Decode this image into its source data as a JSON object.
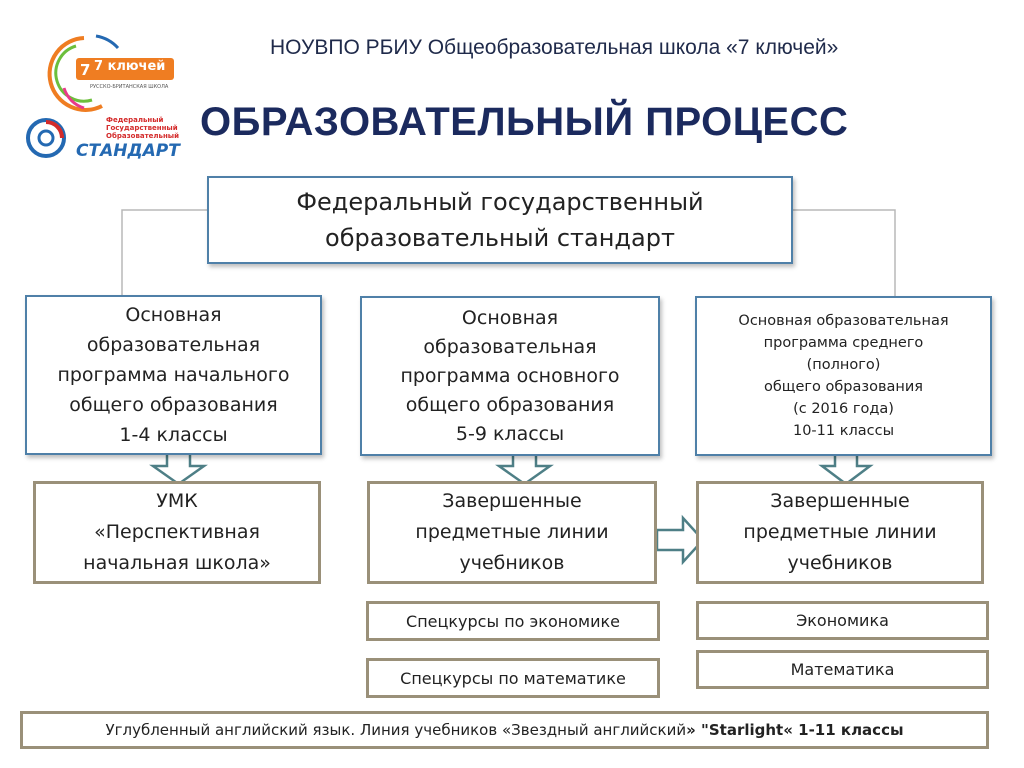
{
  "header": {
    "school": "НОУВПО РБИУ Общеобразовательная школа «7 ключей»",
    "title": "ОБРАЗОВАТЕЛЬНЫЙ ПРОЦЕСС"
  },
  "logos": {
    "keys": "7 ключей",
    "keys_sub": "РУССКО-БРИТАНСКАЯ ШКОЛА",
    "standard_small": "Федеральный\nГосударственный\nОбразовательный",
    "standard_big": "СТАНДАРТ"
  },
  "fgos": "Федеральный государственный\nобразовательный стандарт",
  "programs": [
    "Основная\nобразовательная\nпрограмма начального\nобщего образования\n1-4 классы",
    "Основная\nобразовательная\nпрограмма основного\nобщего образования\n5-9 классы",
    "Основная образовательная\nпрограмма  среднего\n(полного)\nобщего образования\n(с 2016 года)\n10-11 классы"
  ],
  "materials": [
    "УМК\n«Перспективная\nначальная школа»",
    "Завершенные\nпредметные линии\nучебников",
    "Завершенные\nпредметные линии\nучебников"
  ],
  "courses_basic": [
    "Спецкурсы по экономике",
    "Спецкурсы по математике"
  ],
  "courses_senior": [
    "Экономика",
    "Математика"
  ],
  "english": {
    "part1": "Углубленный английский язык.  Линия учебников «Звездный английский",
    "part2": "» \"Starlight« 1-11 классы"
  },
  "colors": {
    "title_blue": "#1b2a5e",
    "box_border_blue": "#4f80a8",
    "box_border_tan": "#9a9079",
    "arrow_outline": "#4e7f86",
    "logo_orange": "#ef7d22",
    "logo_blue": "#2469b2",
    "logo_red": "#d42b2b"
  }
}
